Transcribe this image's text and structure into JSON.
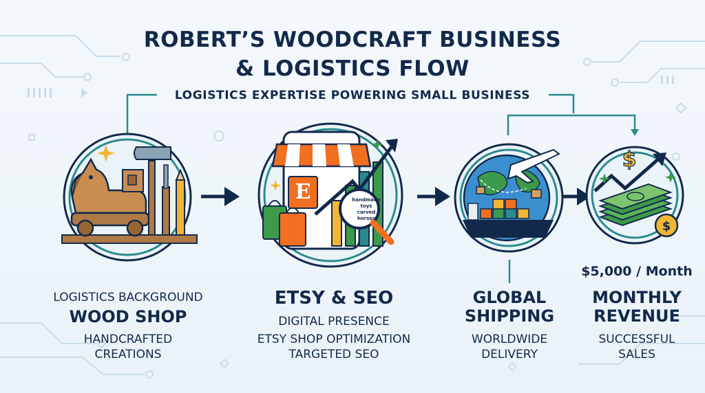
{
  "title": {
    "line1": "ROBERT’S WOODCRAFT BUSINESS",
    "line2": "& LOGISTICS FLOW",
    "subtitle": "LOGISTICS EXPERTISE POWERING SMALL BUSINESS"
  },
  "stages": {
    "wood": {
      "top": "LOGISTICS BACKGROUND",
      "main": "WOOD SHOP",
      "desc1": "HANDCRAFTED",
      "desc2": "CREATIONS",
      "icon": "wooden-horse-and-tools-icon"
    },
    "etsy": {
      "main": "ETSY & SEO",
      "sub": "DIGITAL PRESENCE",
      "desc1": "ETSY SHOP OPTIMIZATION",
      "desc2": "TARGETED SEO",
      "logo_letter": "E",
      "magnifier_text1": "handmade",
      "magnifier_text2": "toys",
      "magnifier_text3": "carved",
      "magnifier_text4": "horses",
      "icon": "storefront-growth-chart-icon"
    },
    "shipping": {
      "main1": "GLOBAL",
      "main2": "SHIPPING",
      "desc1": "WORLDWIDE",
      "desc2": "DELIVERY",
      "icon": "globe-plane-ship-icon"
    },
    "revenue": {
      "amount": "$5,000 / Month",
      "main1": "MONTHLY",
      "main2": "REVENUE",
      "desc1": "SUCCESSFUL",
      "desc2": "SALES",
      "icon": "money-stack-icon"
    }
  },
  "colors": {
    "navy": "#13294b",
    "teal": "#2b8a8f",
    "orange": "#f26f21",
    "green": "#3c9a4a",
    "gold": "#f2b632"
  }
}
